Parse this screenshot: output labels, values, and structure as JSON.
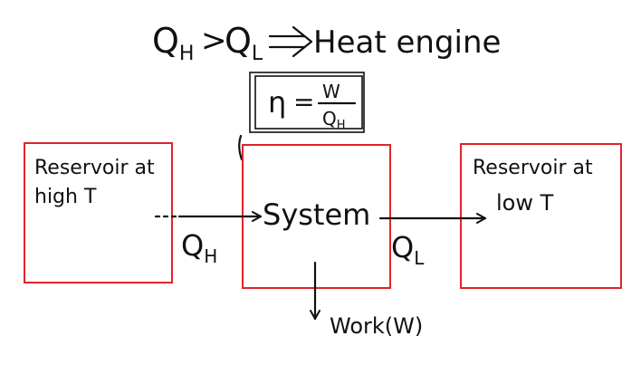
{
  "colors": {
    "box_stroke": "#e0242a",
    "ink": "#111111",
    "background": "#ffffff"
  },
  "header": {
    "q_h": "Q",
    "q_h_sub": "H",
    "gt": ">",
    "q_l": "Q",
    "q_l_sub": "L",
    "implies_icon": "double-arrow-right-icon",
    "result": "Heat engine"
  },
  "formula": {
    "lhs": "η",
    "eq": "=",
    "numerator": "W",
    "den_q": "Q",
    "den_sub": "H"
  },
  "reservoirs": {
    "hot": {
      "line1": "Reservoir at",
      "line2": "high T"
    },
    "cold": {
      "line1": "Reservoir at",
      "line2": "low T"
    }
  },
  "system": {
    "label": "System"
  },
  "flows": {
    "heat_in": {
      "q": "Q",
      "sub": "H"
    },
    "heat_out": {
      "q": "Q",
      "sub": "L"
    },
    "work": {
      "label": "Work(W)"
    }
  }
}
